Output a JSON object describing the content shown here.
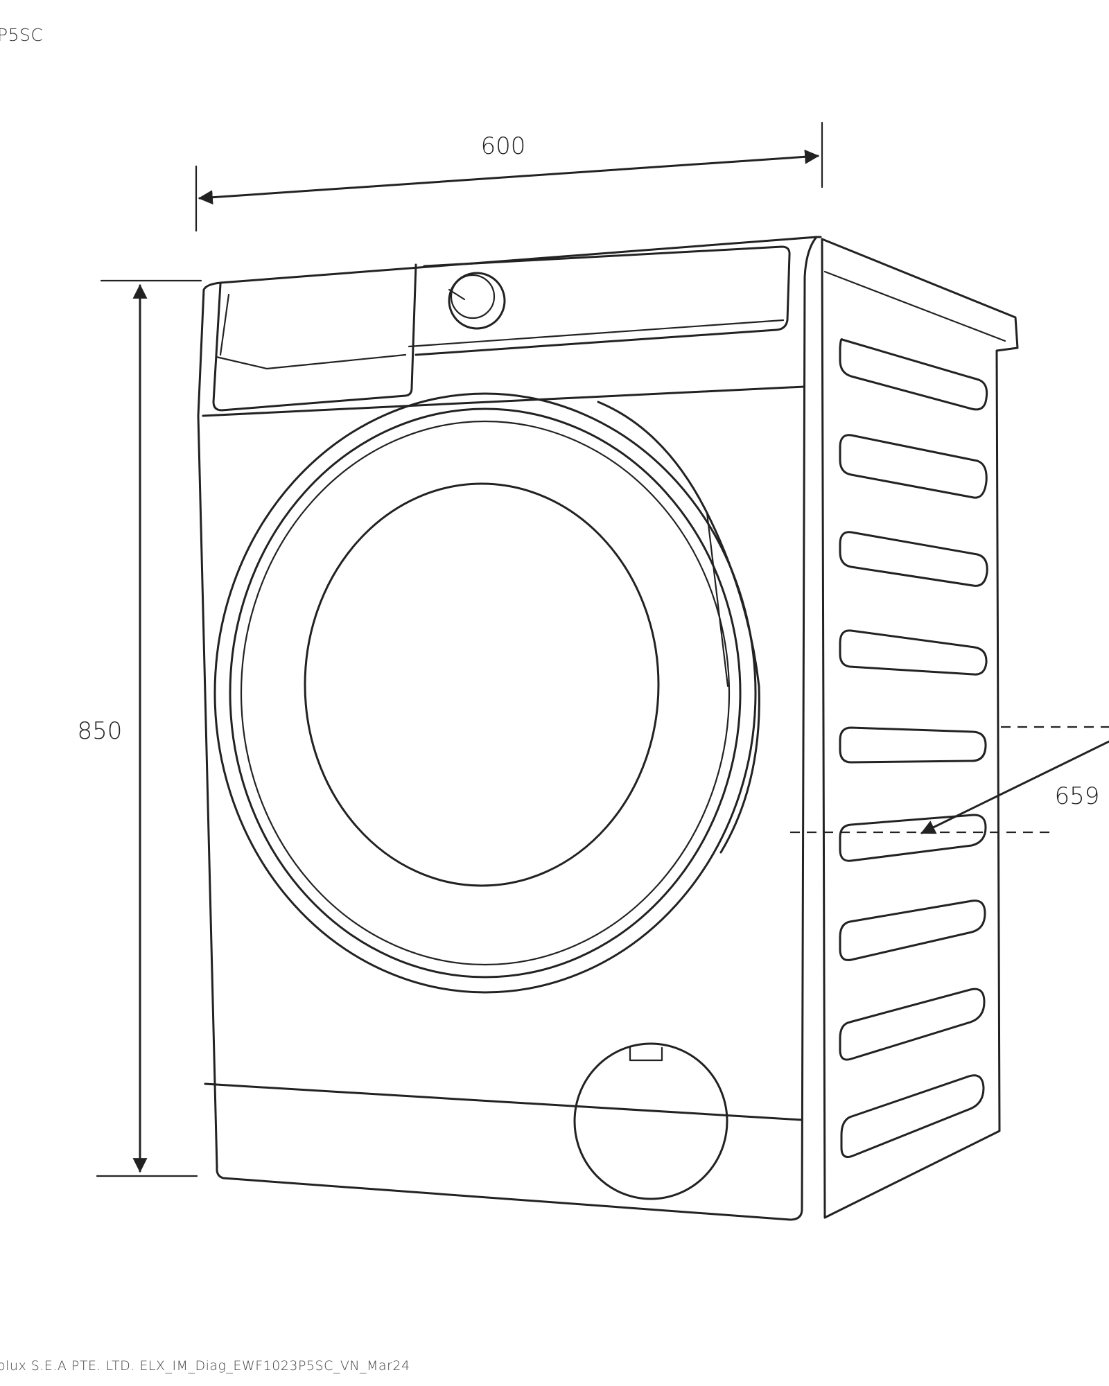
{
  "header": {
    "model_code": "P5SC"
  },
  "dimensions": {
    "width": "600",
    "height": "850",
    "depth": "659"
  },
  "footer": {
    "text": "olux S.E.A PTE. LTD. ELX_IM_Diag_EWF1023P5SC_VN_Mar24"
  },
  "colors": {
    "line": "#222222",
    "background": "#ffffff"
  }
}
